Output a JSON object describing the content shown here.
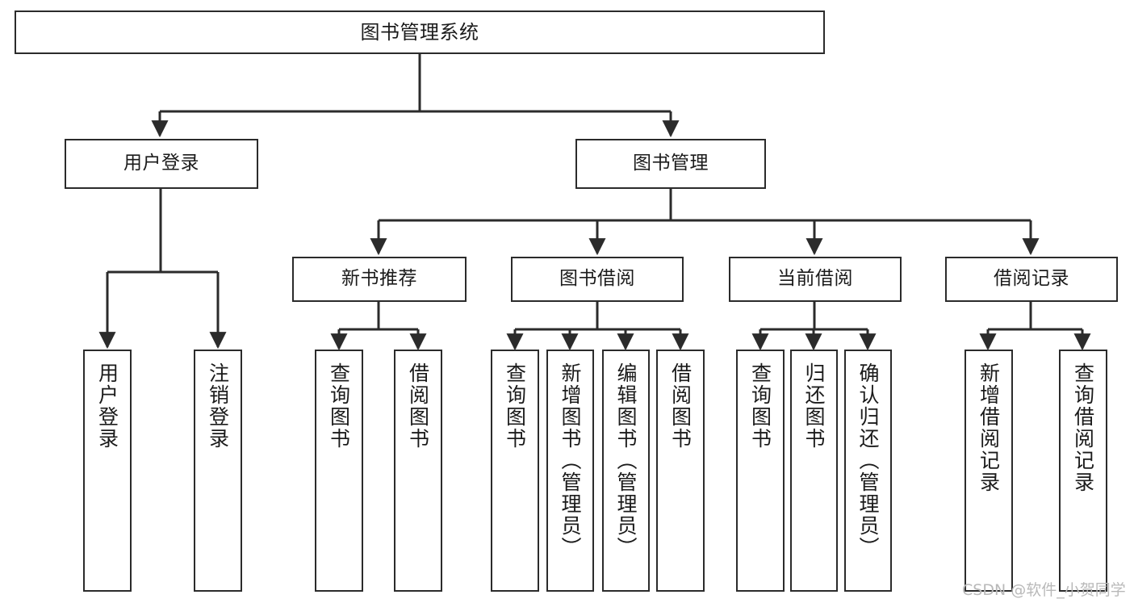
{
  "diagram": {
    "title": "图书管理系统",
    "type": "tree-hierarchy",
    "levels": 4,
    "colors": {
      "stroke": "#2b2b2b",
      "fill": "#ffffff",
      "text": "#1b1b1b",
      "watermark": "#b9b9b9"
    },
    "root": {
      "label": "图书管理系统"
    },
    "level2": [
      {
        "label": "用户登录"
      },
      {
        "label": "图书管理"
      }
    ],
    "level3": [
      {
        "label": "新书推荐"
      },
      {
        "label": "图书借阅"
      },
      {
        "label": "当前借阅"
      },
      {
        "label": "借阅记录"
      }
    ],
    "leaves": {
      "user_login": [
        {
          "label": "用户登录"
        },
        {
          "label": "注销登录"
        }
      ],
      "new_book_recommend": [
        {
          "label": "查询图书"
        },
        {
          "label": "借阅图书"
        }
      ],
      "book_borrow": [
        {
          "label": "查询图书"
        },
        {
          "label": "新增图书（管理员）"
        },
        {
          "label": "编辑图书（管理员）"
        },
        {
          "label": "借阅图书"
        }
      ],
      "current_borrow": [
        {
          "label": "查询图书"
        },
        {
          "label": "归还图书"
        },
        {
          "label": "确认归还（管理员）"
        }
      ],
      "borrow_record": [
        {
          "label": "新增借阅记录"
        },
        {
          "label": "查询借阅记录"
        }
      ]
    }
  },
  "watermark": {
    "text": "CSDN @软件_小贺同学"
  }
}
